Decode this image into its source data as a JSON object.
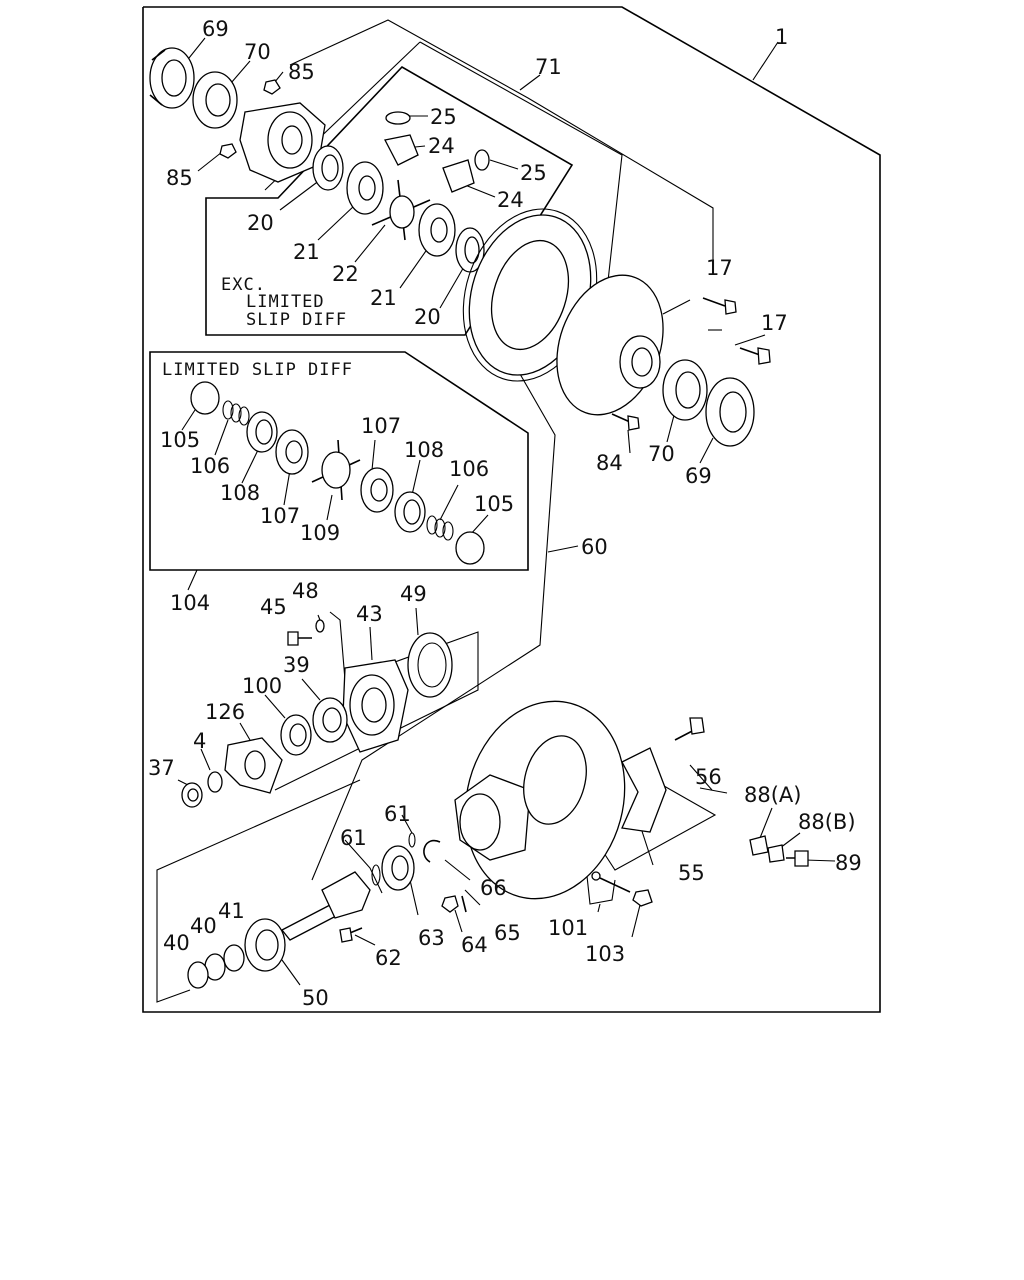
{
  "labels": {
    "l1": "1",
    "l69a": "69",
    "l70a": "70",
    "l85a": "85",
    "l85b": "85",
    "l71": "71",
    "l25a": "25",
    "l24a": "24",
    "l25b": "25",
    "l24b": "24",
    "l20a": "20",
    "l21a": "21",
    "l22": "22",
    "l21b": "21",
    "l20b": "20",
    "l17a": "17",
    "l17b": "17",
    "l84": "84",
    "l70b": "70",
    "l69b": "69",
    "l105a": "105",
    "l106a": "106",
    "l108a": "108",
    "l107a": "107",
    "l109": "109",
    "l107b": "107",
    "l108b": "108",
    "l106b": "106",
    "l105b": "105",
    "l60": "60",
    "l104": "104",
    "l48": "48",
    "l45": "45",
    "l43": "43",
    "l49": "49",
    "l39": "39",
    "l100": "100",
    "l126": "126",
    "l4": "4",
    "l37": "37",
    "l56": "56",
    "l88a": "88(A)",
    "l88b": "88(B)",
    "l89": "89",
    "l61a": "61",
    "l61b": "61",
    "l66": "66",
    "l55": "55",
    "l62": "62",
    "l63": "63",
    "l64": "64",
    "l65": "65",
    "l101": "101",
    "l103": "103",
    "l40a": "40",
    "l40b": "40",
    "l41": "41",
    "l50": "50"
  },
  "notes": {
    "exc_line1": "EXC.",
    "exc_line2": "LIMITED",
    "exc_line3": "SLIP DIFF",
    "lsd_title": "LIMITED SLIP DIFF"
  }
}
